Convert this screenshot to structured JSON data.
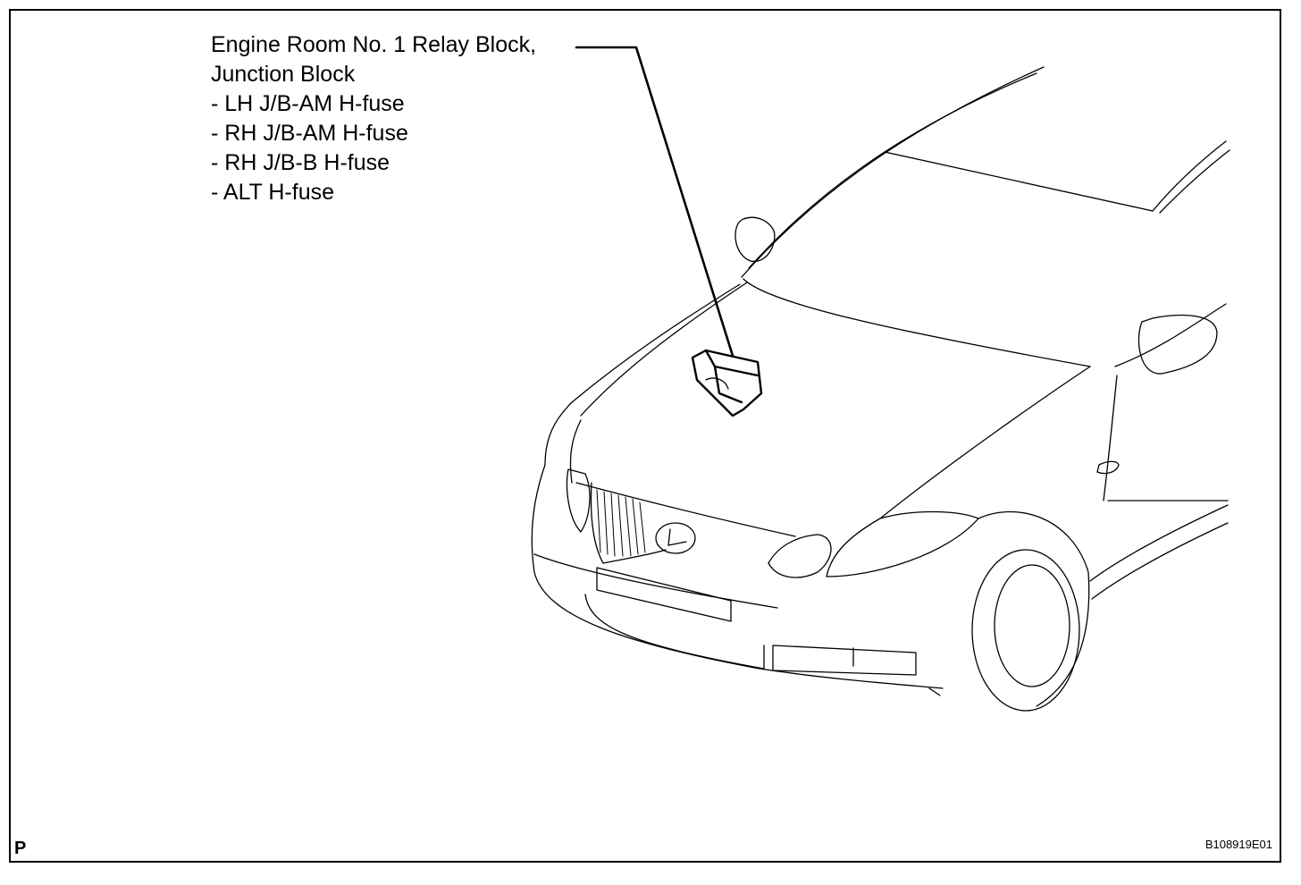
{
  "callout": {
    "lines": [
      "Engine Room No. 1 Relay Block,",
      "Junction Block",
      "- LH J/B-AM H-fuse",
      "- RH J/B-AM H-fuse",
      "- RH J/B-B H-fuse",
      "- ALT H-fuse"
    ]
  },
  "corner_label": "P",
  "figure_code": "B108919E01"
}
